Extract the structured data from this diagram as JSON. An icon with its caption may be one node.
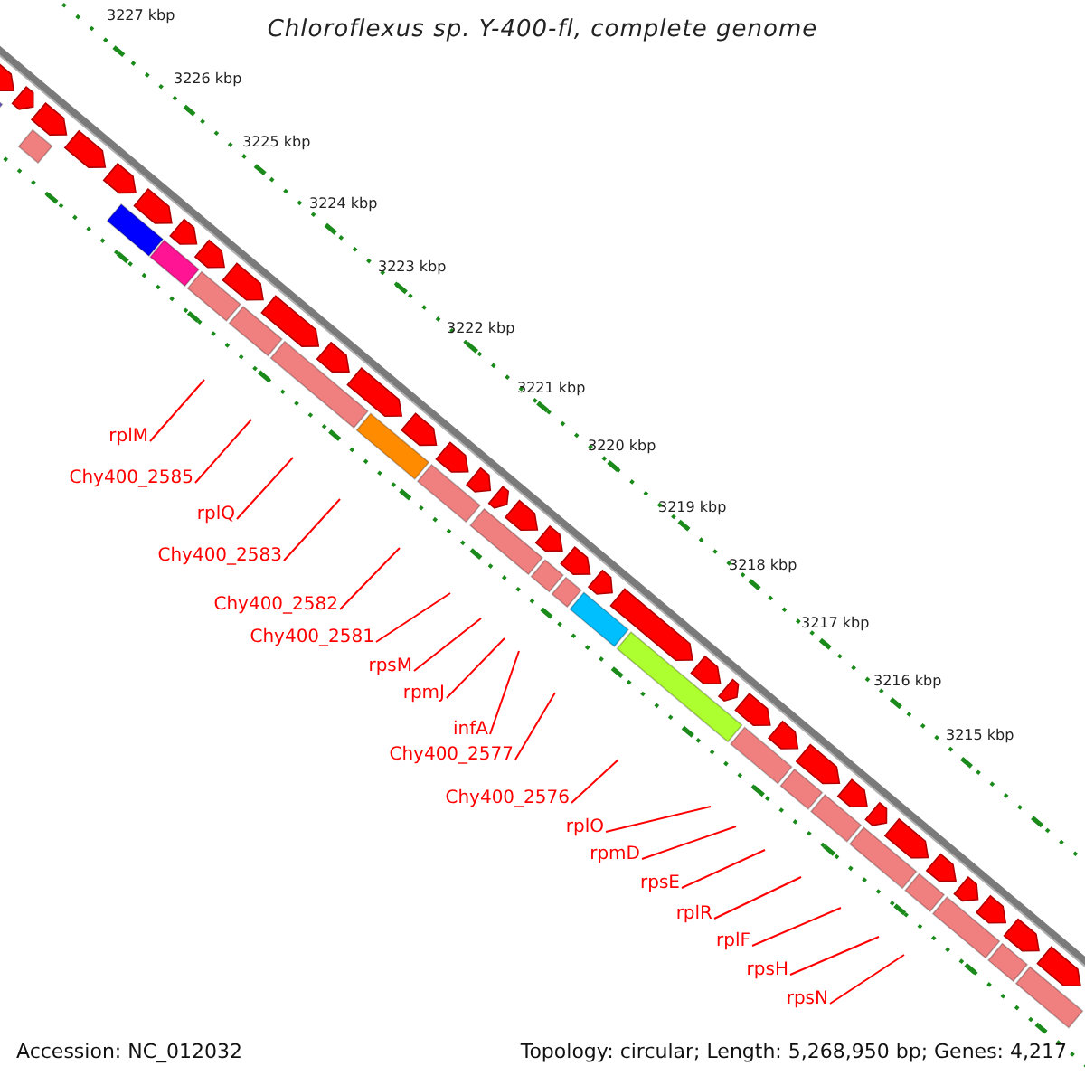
{
  "diagram": {
    "title": "Chloroflexus sp. Y-400-fl, complete genome",
    "nodes": [
      {
        "text": [
          "rplM"
        ]
      },
      {
        "text": [
          "Chy400_2585"
        ]
      },
      {
        "text": [
          "rplQ"
        ]
      },
      {
        "text": [
          "Chy400_2583"
        ]
      },
      {
        "text": [
          "Chy400_2582"
        ]
      },
      {
        "text": [
          "Chy400_2581"
        ]
      },
      {
        "text": [
          "rpsM"
        ]
      },
      {
        "text": [
          "rpmJ"
        ]
      },
      {
        "text": [
          "infA"
        ]
      },
      {
        "text": [
          "Chy400_2577"
        ]
      },
      {
        "text": [
          "Chy400_2576"
        ]
      },
      {
        "text": [
          "rplO"
        ]
      },
      {
        "text": [
          "rpmD"
        ]
      },
      {
        "text": [
          "rpsE"
        ]
      },
      {
        "text": [
          "rplR"
        ]
      },
      {
        "text": [
          "rplF"
        ]
      },
      {
        "text": [
          "rpsH"
        ]
      },
      {
        "text": [
          "rpsN"
        ]
      }
    ],
    "edges": [
      {
        "from": 0,
        "to": null,
        "arrow": "none"
      },
      {
        "from": 1,
        "to": null,
        "arrow": "none"
      },
      {
        "from": 2,
        "to": null,
        "arrow": "none"
      },
      {
        "from": 3,
        "to": null,
        "arrow": "none"
      },
      {
        "from": 4,
        "to": null,
        "arrow": "none"
      },
      {
        "from": 5,
        "to": null,
        "arrow": "none"
      },
      {
        "from": 6,
        "to": null,
        "arrow": "none"
      },
      {
        "from": 7,
        "to": null,
        "arrow": "none"
      },
      {
        "from": 8,
        "to": null,
        "arrow": "none"
      },
      {
        "from": 9,
        "to": null,
        "arrow": "none"
      },
      {
        "from": 10,
        "to": null,
        "arrow": "none"
      },
      {
        "from": 11,
        "to": null,
        "arrow": "none"
      },
      {
        "from": 12,
        "to": null,
        "arrow": "none"
      },
      {
        "from": 13,
        "to": null,
        "arrow": "none"
      },
      {
        "from": 14,
        "to": null,
        "arrow": "none"
      },
      {
        "from": 15,
        "to": null,
        "arrow": "none"
      },
      {
        "from": 16,
        "to": null,
        "arrow": "none"
      },
      {
        "from": 17,
        "to": null,
        "arrow": "none"
      }
    ],
    "labels": [
      "3227 kbp",
      "3226 kbp",
      "3225 kbp",
      "3224 kbp",
      "3223 kbp",
      "3222 kbp",
      "3221 kbp",
      "3220 kbp",
      "3219 kbp",
      "3218 kbp",
      "3217 kbp",
      "3216 kbp",
      "3215 kbp",
      "Accession: NC_012032",
      "Topology: circular; Length: 5,268,950 bp; Genes: 4,217"
    ]
  }
}
